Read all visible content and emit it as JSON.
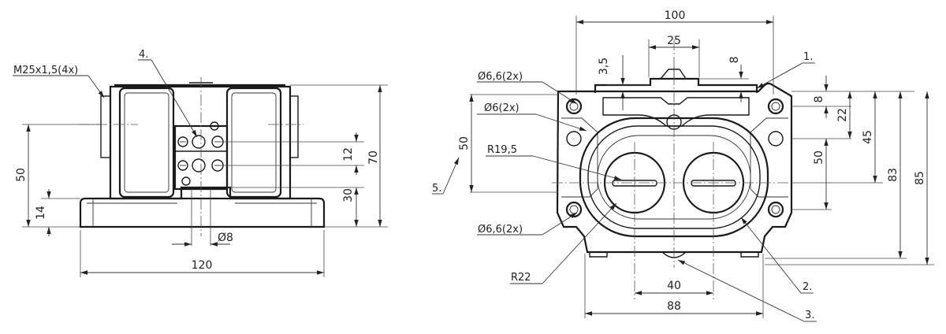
{
  "left_view": {
    "thread_label": "M25x1,5(4x)",
    "item_4": "4.",
    "dim_50": "50",
    "dim_14": "14",
    "dim_12": "12",
    "dim_30": "30",
    "dim_70": "70",
    "dim_phi8": "Ø8",
    "dim_120": "120"
  },
  "right_view": {
    "dim_100": "100",
    "dim_25": "25",
    "dim_3_5": "3,5",
    "dim_8_top": "8",
    "item_1": "1.",
    "hole_66_top": "Ø6,6(2x)",
    "hole_6": "Ø6(2x)",
    "dim_50_left": "50",
    "radius_19_5": "R19,5",
    "item_5": "5.",
    "hole_66_bottom": "Ø6,6(2x)",
    "radius_22": "R22",
    "dim_8_right": "8",
    "dim_22": "22",
    "dim_50_right": "50",
    "dim_45": "45",
    "dim_83": "83",
    "dim_85": "85",
    "dim_40": "40",
    "dim_88": "88",
    "item_2": "2.",
    "item_3": "3."
  }
}
